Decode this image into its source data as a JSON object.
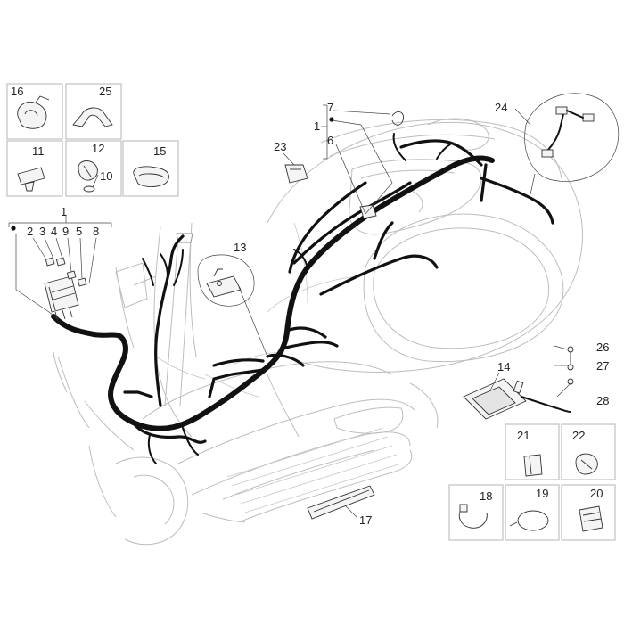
{
  "callouts": {
    "c1a": "1",
    "c1b": "1",
    "c2": "2",
    "c3": "3",
    "c4": "4",
    "c5": "5",
    "c6": "6",
    "c7": "7",
    "c8": "8",
    "c9": "9",
    "c10": "10",
    "c11": "11",
    "c12": "12",
    "c13": "13",
    "c14": "14",
    "c15": "15",
    "c16": "16",
    "c17": "17",
    "c18": "18",
    "c19": "19",
    "c20": "20",
    "c21": "21",
    "c22": "22",
    "c23": "23",
    "c24": "24",
    "c25": "25",
    "c26": "26",
    "c27": "27",
    "c28": "28"
  }
}
